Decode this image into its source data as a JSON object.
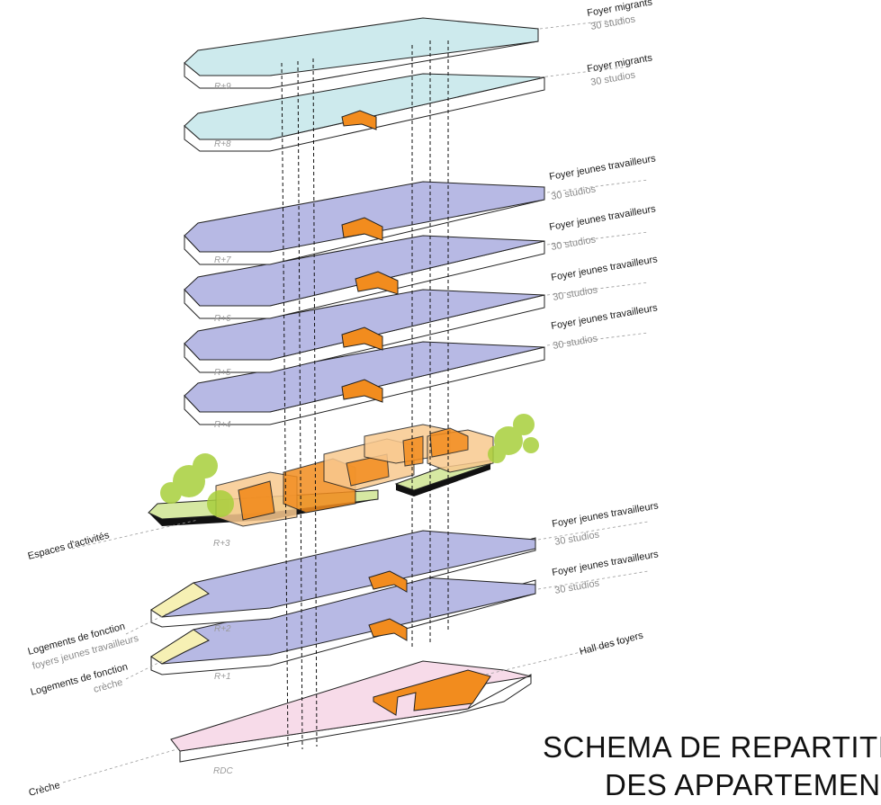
{
  "title": {
    "line1": "SCHEMA DE REPARTITION",
    "line2": "DES APPARTEMENTS"
  },
  "colors": {
    "foyer_migrants": "#cdeaed",
    "foyer_jeunes": "#b7b9e4",
    "logements": "#f6f0b4",
    "creche": "#f7dbe9",
    "core": "#f28c1e",
    "activities": "#f9c98f",
    "terrace": "#d6e8a2",
    "trees": "#a8cf3c"
  },
  "levels": {
    "r9": "R+9",
    "r8": "R+8",
    "r7": "R+7",
    "r6": "R+6",
    "r5": "R+5",
    "r4": "R+4",
    "r3": "R+3",
    "r2": "R+2",
    "r1": "R+1",
    "rdc": "RDC"
  },
  "labels": {
    "r9": {
      "main": "Foyer migrants",
      "sub": "30 studios"
    },
    "r8": {
      "main": "Foyer migrants",
      "sub": "30 studios"
    },
    "r7": {
      "main": "Foyer jeunes travailleurs",
      "sub": "30 studios"
    },
    "r6": {
      "main": "Foyer jeunes travailleurs",
      "sub": "30 studios"
    },
    "r5": {
      "main": "Foyer jeunes travailleurs",
      "sub": "30 studios"
    },
    "r4": {
      "main": "Foyer jeunes travailleurs",
      "sub": "30 studios"
    },
    "r3": {
      "main": "Espaces d'activités"
    },
    "r2": {
      "main": "Foyer jeunes travailleurs",
      "sub": "30 studios"
    },
    "r1": {
      "main": "Foyer jeunes travailleurs",
      "sub": "30 studios"
    },
    "log2": {
      "main": "Logements de fonction",
      "sub": "foyers jeunes travailleurs"
    },
    "log1": {
      "main": "Logements de fonction",
      "sub": "crèche"
    },
    "hall": {
      "main": "Hall des foyers"
    },
    "creche": {
      "main": "Crèche"
    }
  }
}
